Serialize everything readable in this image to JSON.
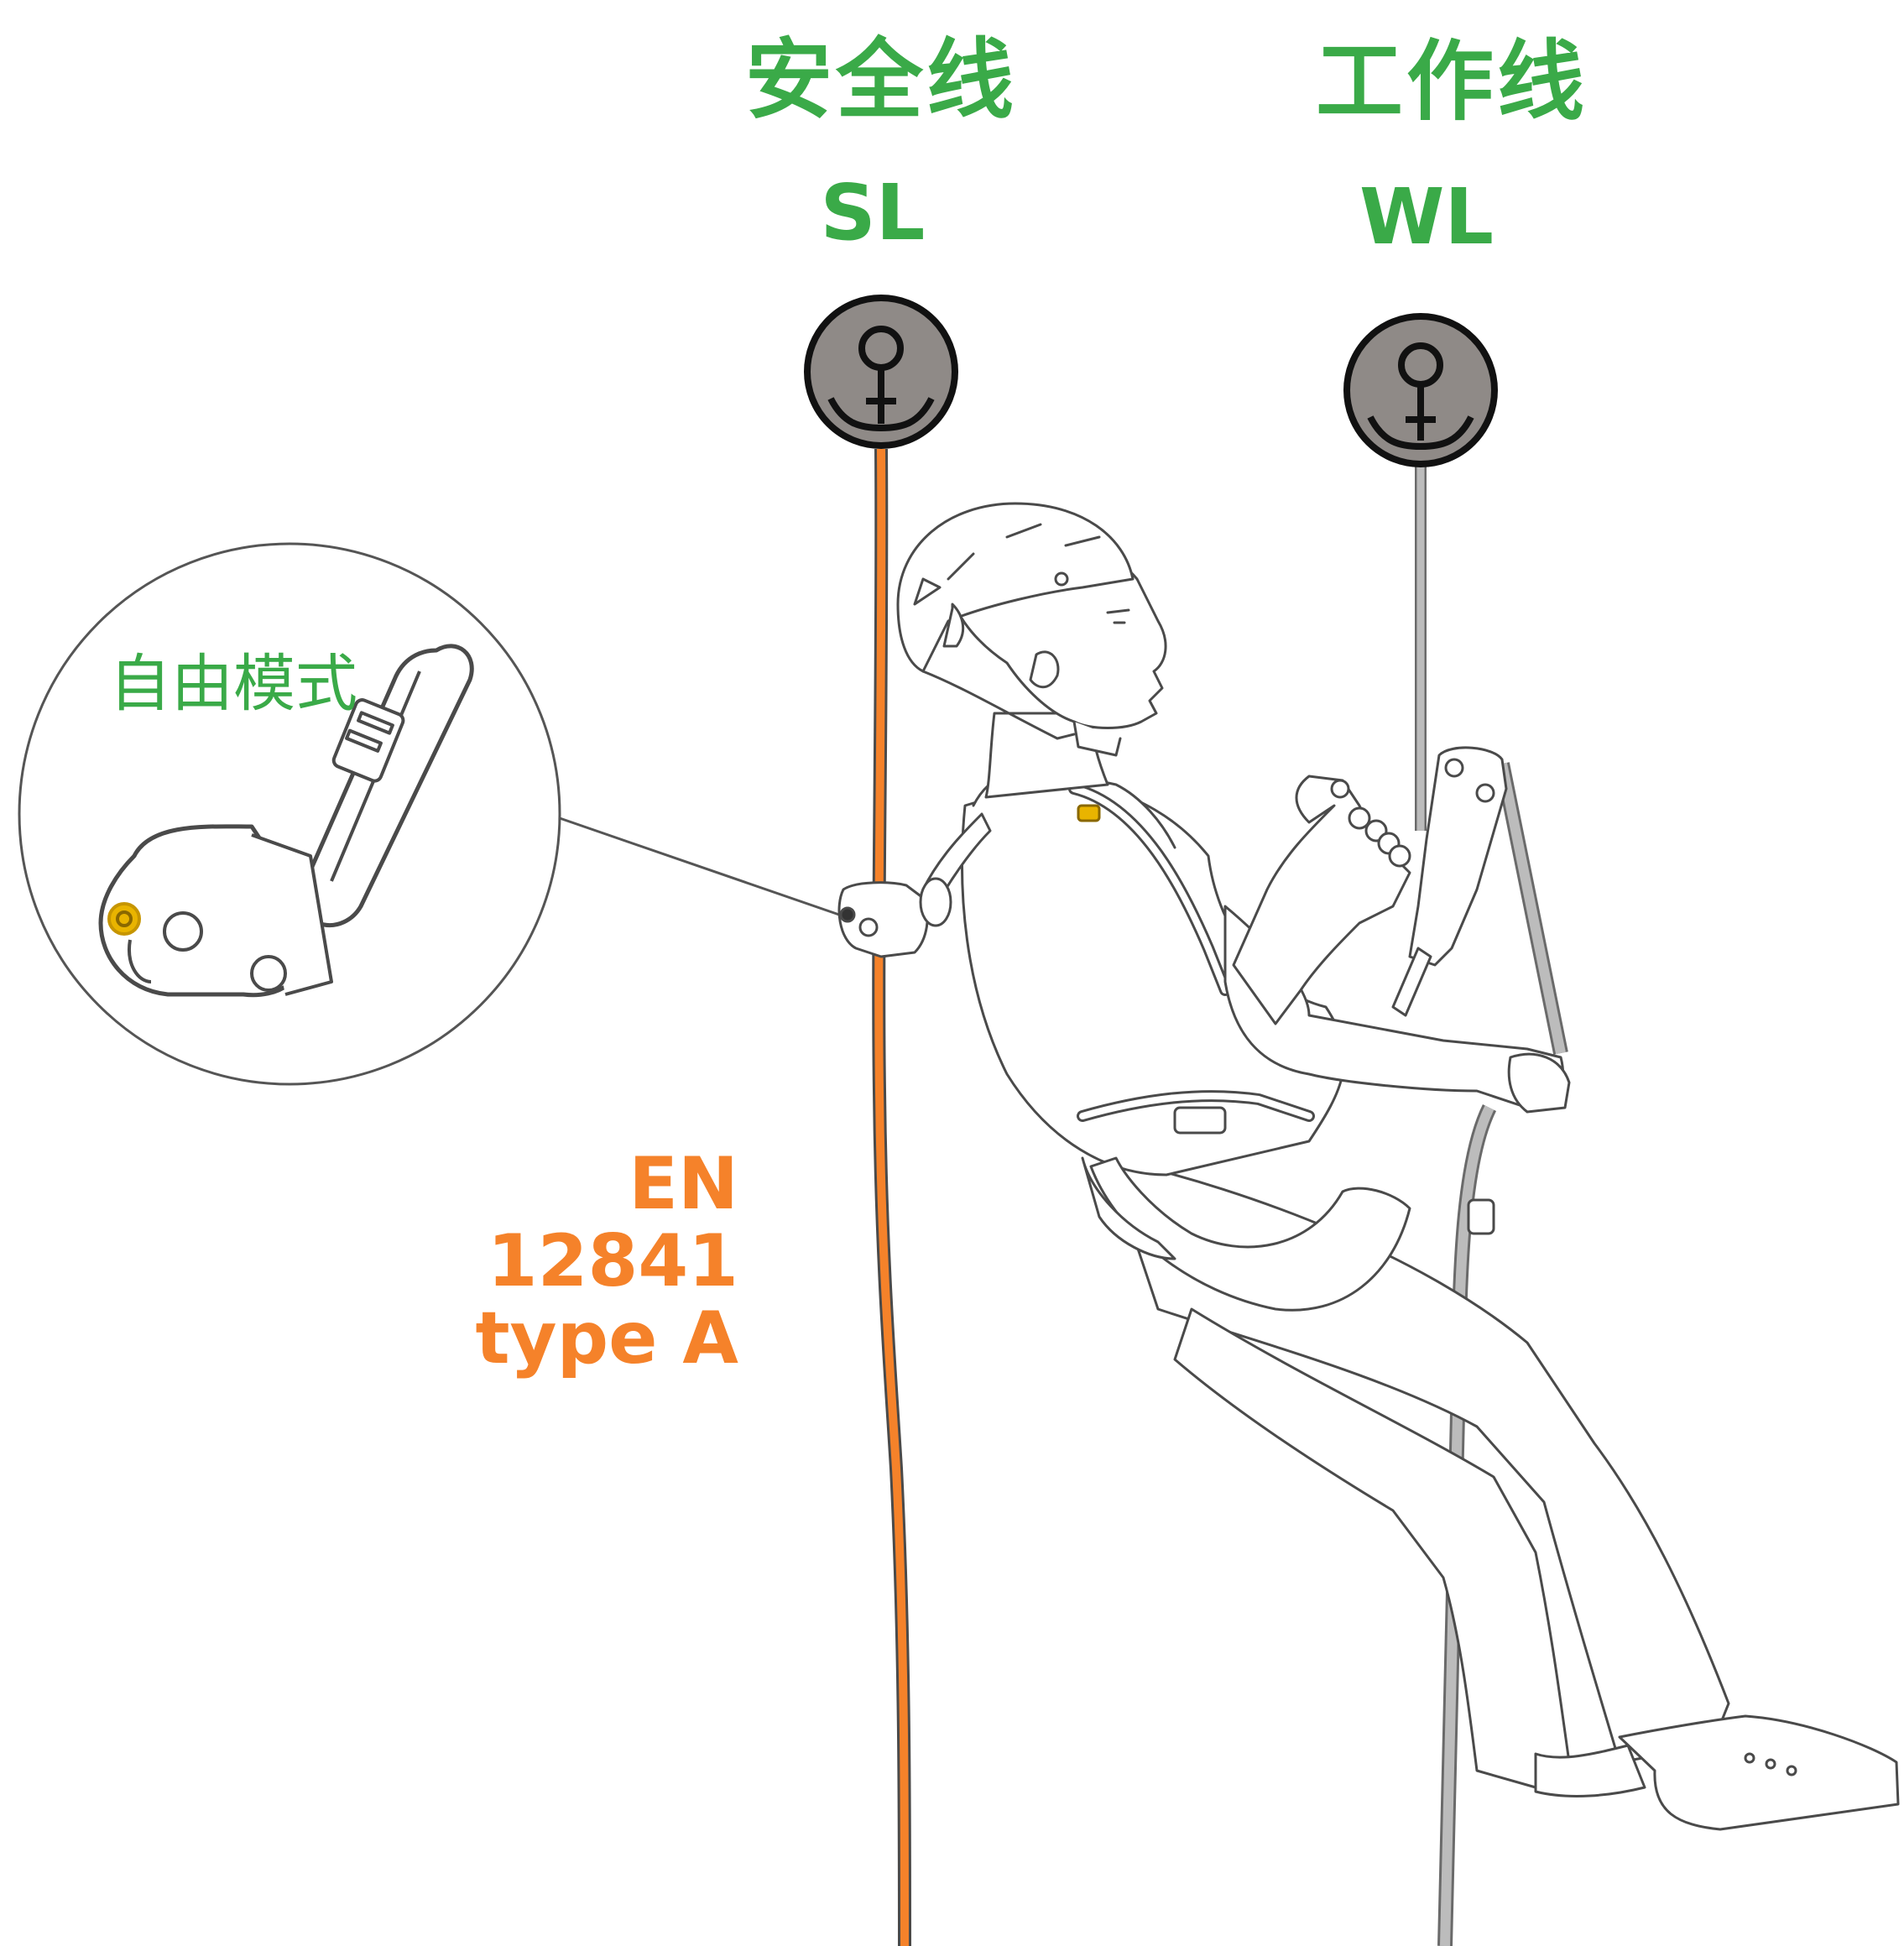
{
  "colors": {
    "green": "#3aaa48",
    "orange": "#f5822a",
    "anchor_fill": "#8f8a87",
    "line_gray": "#bcbcbc",
    "ink": "#4a4a4a",
    "gold": "#e9b400"
  },
  "safety_line": {
    "title": "安全线",
    "abbr": "SL"
  },
  "working_line": {
    "title": "工作线",
    "abbr": "WL"
  },
  "detail": {
    "mode_label": "自由模式"
  },
  "standard": {
    "line1": "EN 12841",
    "line2": "type A"
  },
  "icons": [
    "anchor-icon",
    "anchor-icon"
  ]
}
